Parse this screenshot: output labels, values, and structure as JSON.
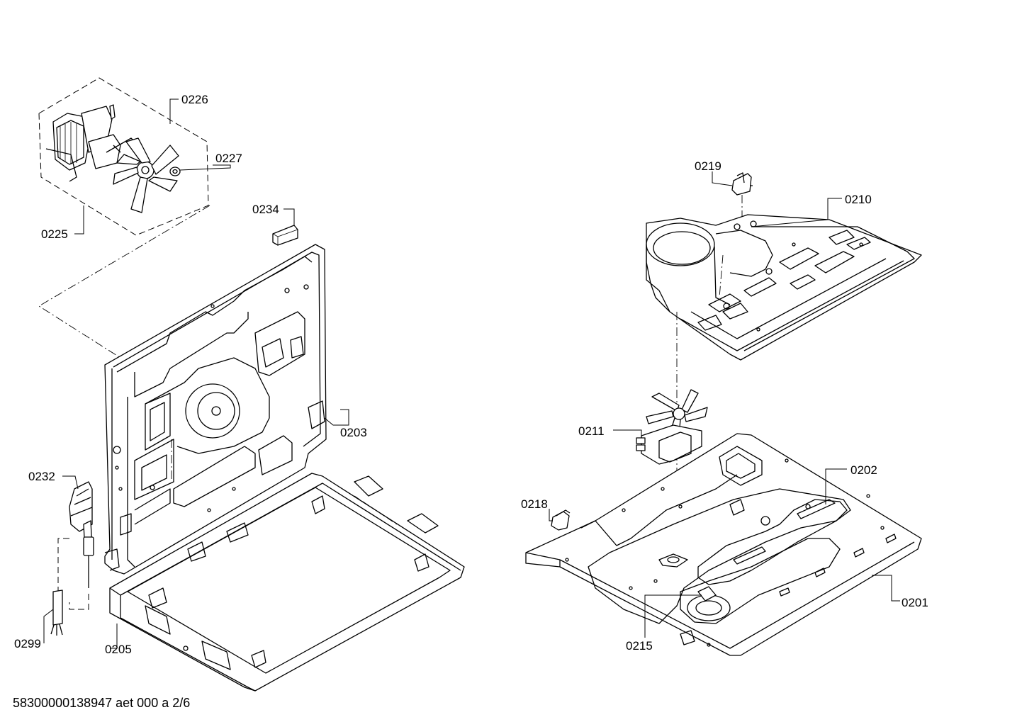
{
  "callouts": {
    "c0226": "0226",
    "c0227": "0227",
    "c0225": "0225",
    "c0234": "0234",
    "c0203": "0203",
    "c0232": "0232",
    "c0299": "0299",
    "c0205": "0205",
    "c0219": "0219",
    "c0210": "0210",
    "c0211": "0211",
    "c0202": "0202",
    "c0218": "0218",
    "c0201": "0201",
    "c0215": "0215"
  },
  "footer": {
    "drawing_id": "58300000138947 aet 000 a 2/6"
  }
}
